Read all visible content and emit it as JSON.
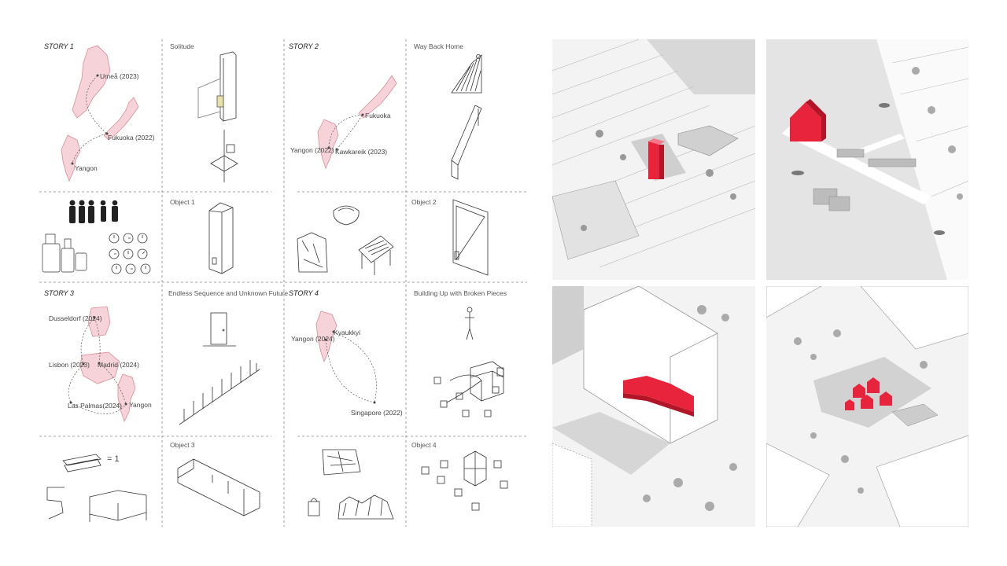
{
  "stories": [
    {
      "title": "STORY 1",
      "header": "Solitude",
      "object": "Object 1",
      "places": [
        "Umeå (2023)",
        "Fukuoka (2022)",
        "Yangon"
      ]
    },
    {
      "title": "STORY 2",
      "header": "Way Back Home",
      "object": "Object 2",
      "places": [
        "Fukuoka",
        "Yangon (2022)",
        "Kawkareik (2023)"
      ]
    },
    {
      "title": "STORY 3",
      "header": "Endless Sequence and Unknown Future",
      "object": "Object 3",
      "places": [
        "Dusseldorf (2024)",
        "Lisbon (2023)",
        "Madrid (2024)",
        "Las Palmas(2024)",
        "Yangon"
      ]
    },
    {
      "title": "STORY 4",
      "header": "Building Up with Broken Pieces",
      "object": "Object 4",
      "places": [
        "Yangon (2024)",
        "Kyaukkyi",
        "Singapore (2022)"
      ]
    }
  ],
  "object3_eq": "= 1",
  "colors": {
    "accent": "#e8243c",
    "map_fill": "#f6d3d8",
    "map_stroke": "#d98c98",
    "panel_bg": "#efefef"
  }
}
